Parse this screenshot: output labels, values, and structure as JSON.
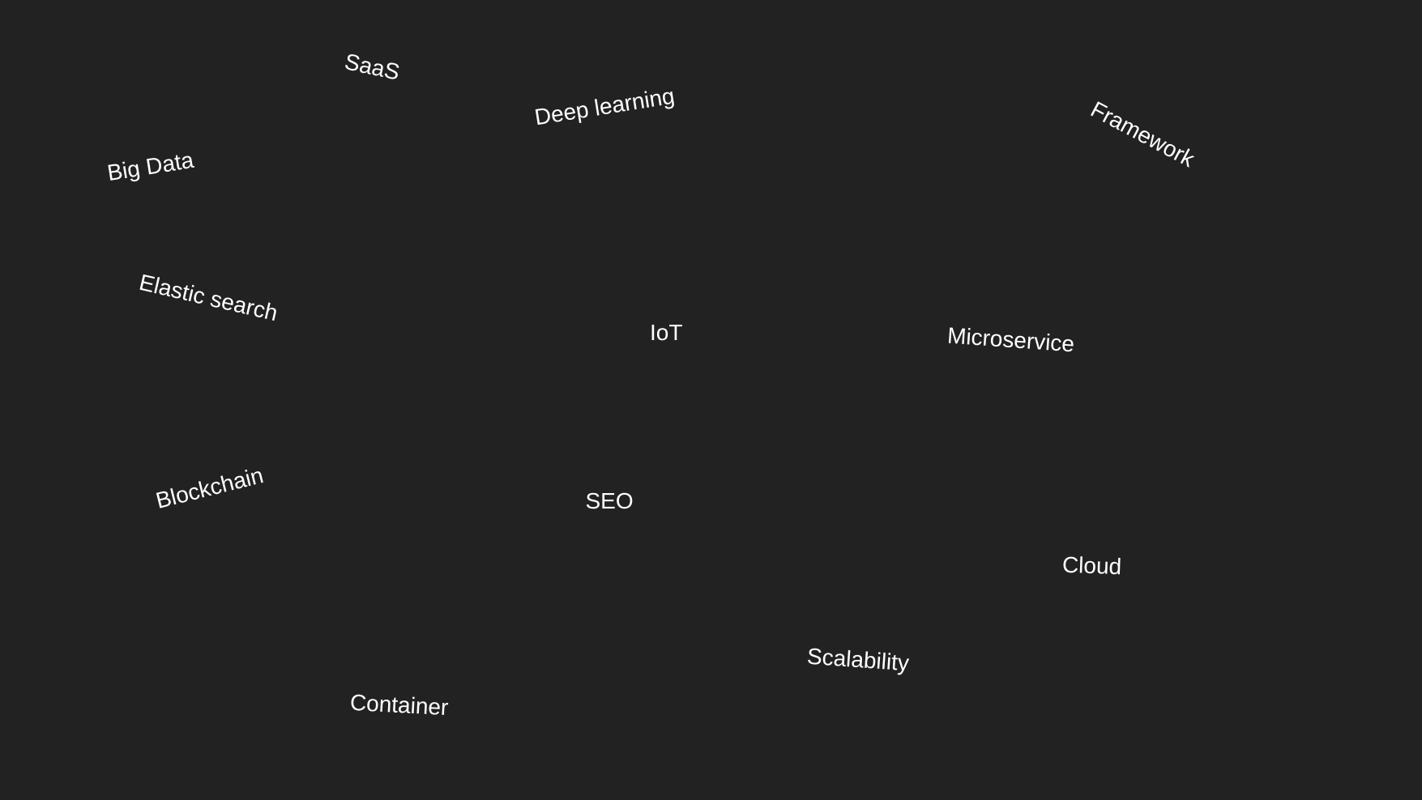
{
  "words": {
    "saas": "SaaS",
    "deep_learning": "Deep learning",
    "framework": "Framework",
    "big_data": "Big Data",
    "elastic_search": "Elastic search",
    "iot": "IoT",
    "microservice": "Microservice",
    "blockchain": "Blockchain",
    "seo": "SEO",
    "cloud": "Cloud",
    "scalability": "Scalability",
    "container": "Container"
  },
  "colors": {
    "background": "#222222",
    "text": "#ffffff"
  }
}
